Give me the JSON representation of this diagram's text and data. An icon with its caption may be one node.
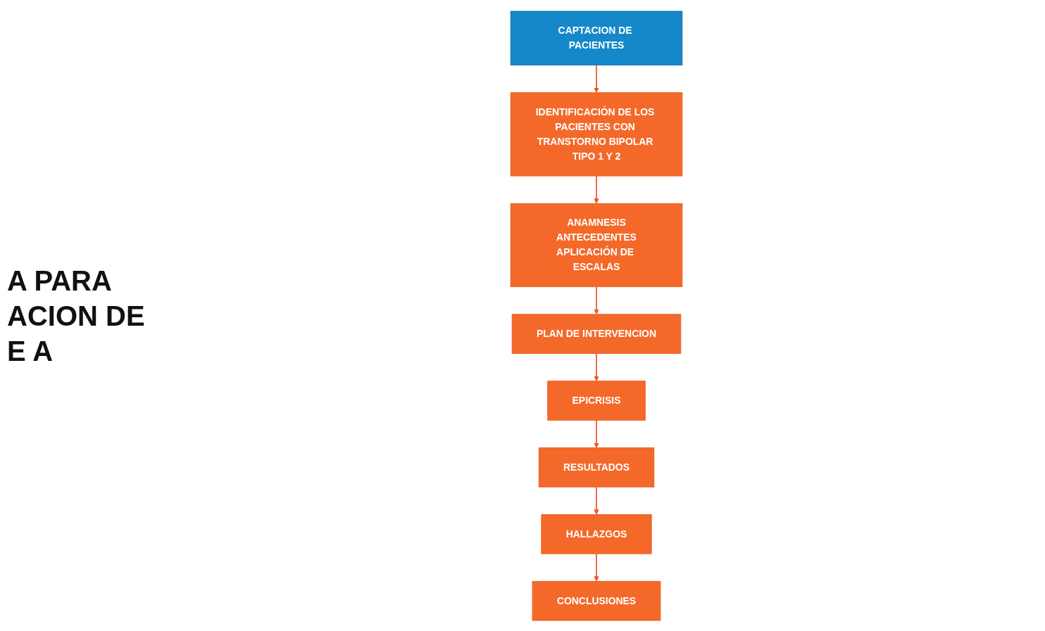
{
  "diagram": {
    "nodes": [
      {
        "text": [
          "CAPTACION DE PACIENTES"
        ]
      },
      {
        "text": [
          "IDENTIFICACIÓN DE LOS PACIENTES CON TRANSTORNO BIPOLAR TIPO 1 Y 2"
        ]
      },
      {
        "text": [
          "ANAMNESIS",
          "ANTECEDENTES",
          "APLICACIÓN DE ESCALAS"
        ]
      },
      {
        "text": [
          "PLAN DE INTERVENCION"
        ]
      },
      {
        "text": [
          "EPICRISIS"
        ]
      },
      {
        "text": [
          "RESULTADOS"
        ]
      },
      {
        "text": [
          "HALLAZGOS"
        ]
      },
      {
        "text": [
          "CONCLUSIONES"
        ]
      }
    ],
    "edges": [
      {
        "from": 0,
        "to": 1,
        "arrow": "to"
      },
      {
        "from": 1,
        "to": 2,
        "arrow": "to"
      },
      {
        "from": 2,
        "to": 3,
        "arrow": "to"
      },
      {
        "from": 3,
        "to": 4,
        "arrow": "to"
      },
      {
        "from": 4,
        "to": 5,
        "arrow": "to"
      },
      {
        "from": 5,
        "to": 6,
        "arrow": "to"
      },
      {
        "from": 6,
        "to": 7,
        "arrow": "to"
      }
    ],
    "labels": [
      "A PARA ACION DE E A"
    ]
  }
}
